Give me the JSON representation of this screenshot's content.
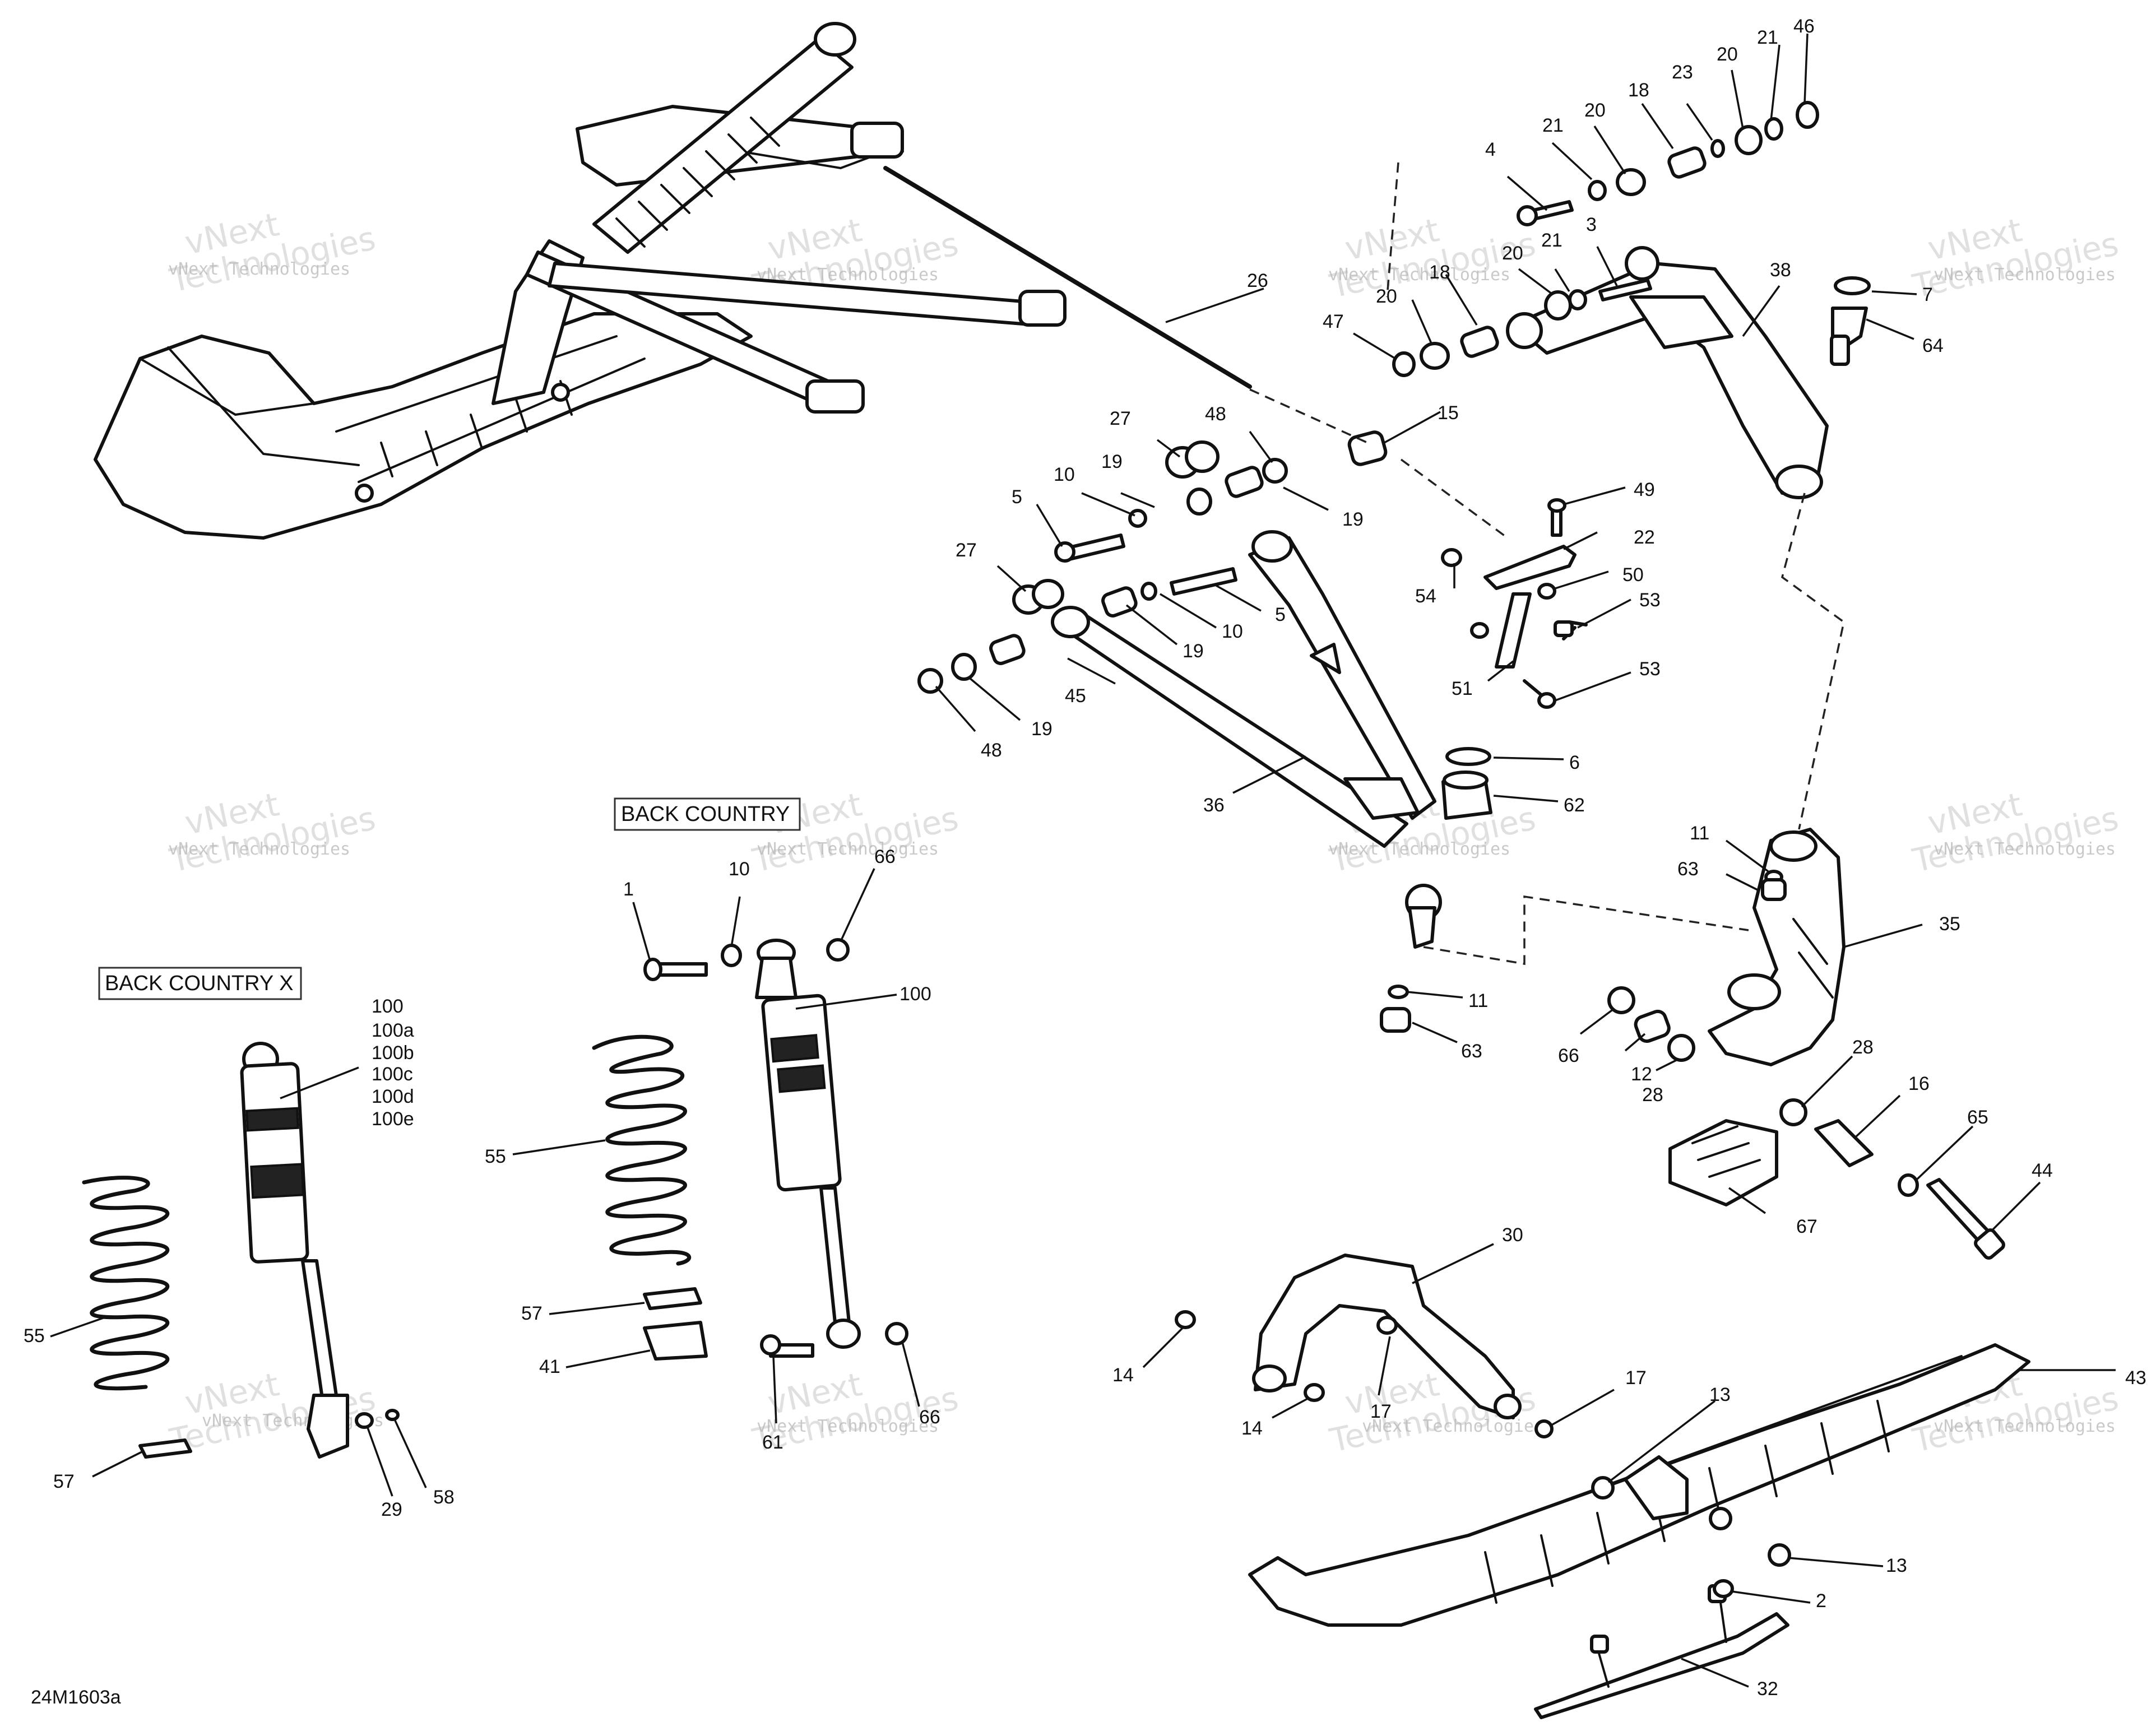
{
  "reference_code": "24M1603a",
  "watermark": {
    "line1": "vNext",
    "line2": "Technologies",
    "small": "vNext Technologies"
  },
  "variant_labels": {
    "back_country": "BACK COUNTRY",
    "back_country_x": "BACK COUNTRY X"
  },
  "callouts": [
    "26",
    "46",
    "21",
    "20",
    "23",
    "18",
    "21",
    "20",
    "4",
    "3",
    "21",
    "20",
    "18",
    "38",
    "7",
    "64",
    "20",
    "47",
    "15",
    "27",
    "48",
    "10",
    "19",
    "19",
    "5",
    "27",
    "5",
    "10",
    "19",
    "45",
    "48",
    "19",
    "49",
    "22",
    "54",
    "50",
    "53",
    "51",
    "53",
    "6",
    "62",
    "36",
    "11",
    "63",
    "35",
    "11",
    "63",
    "66",
    "12",
    "28",
    "28",
    "16",
    "65",
    "44",
    "67",
    "30",
    "43",
    "14",
    "17",
    "17",
    "14",
    "13",
    "13",
    "2",
    "32",
    "1",
    "10",
    "66",
    "100",
    "55",
    "57",
    "41",
    "61",
    "66",
    "100",
    "100a",
    "100b",
    "100c",
    "100d",
    "100e",
    "55",
    "57",
    "29",
    "58"
  ]
}
